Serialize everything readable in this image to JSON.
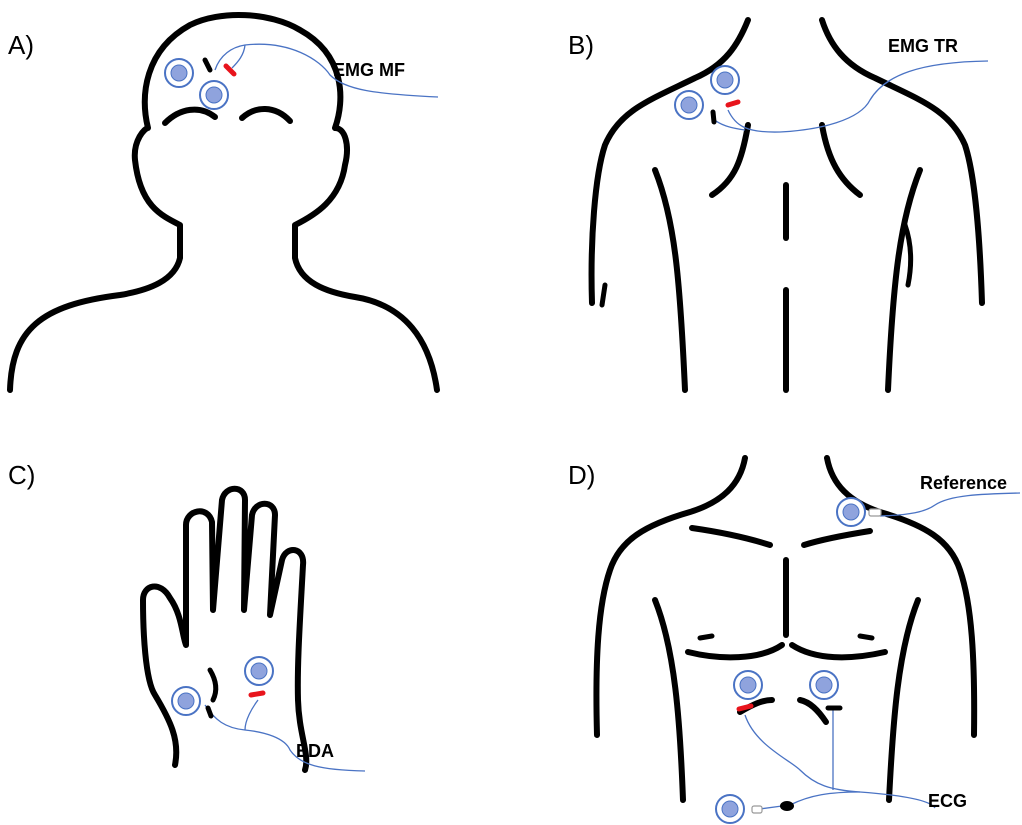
{
  "panels": {
    "a": {
      "letter": "A)",
      "label": "EMG MF"
    },
    "b": {
      "letter": "B)",
      "label": "EMG TR"
    },
    "c": {
      "letter": "C)",
      "label": "EDA"
    },
    "d": {
      "letter": "D)",
      "reference_label": "Reference",
      "ecg_label": "ECG"
    }
  },
  "colors": {
    "outline": "#000000",
    "wire": "#4a73c4",
    "electrode_core": "#8fa3dd",
    "positive_clip": "#e8141c",
    "negative_clip": "#000000"
  }
}
